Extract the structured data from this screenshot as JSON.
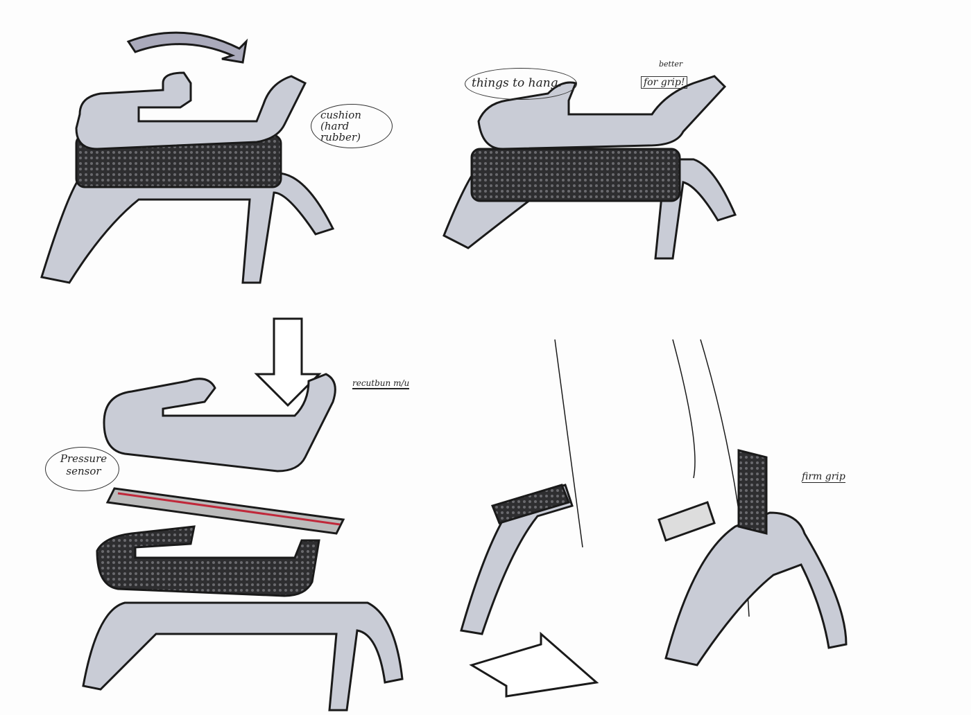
{
  "sketch": {
    "annotations": {
      "cushion": "cushion (hard rubber)",
      "things_to_hang": "things to hang.",
      "better": "better",
      "for_grip": "for grip!",
      "pressure_sensor": "Pressure sensor",
      "teardown": "recutbun m/u",
      "firm_grip": "firm grip"
    },
    "colors": {
      "frame": "#c9ccd6",
      "rubber": "#2e2e30",
      "outline": "#1a1a1a",
      "accent": "#c0283a"
    }
  }
}
